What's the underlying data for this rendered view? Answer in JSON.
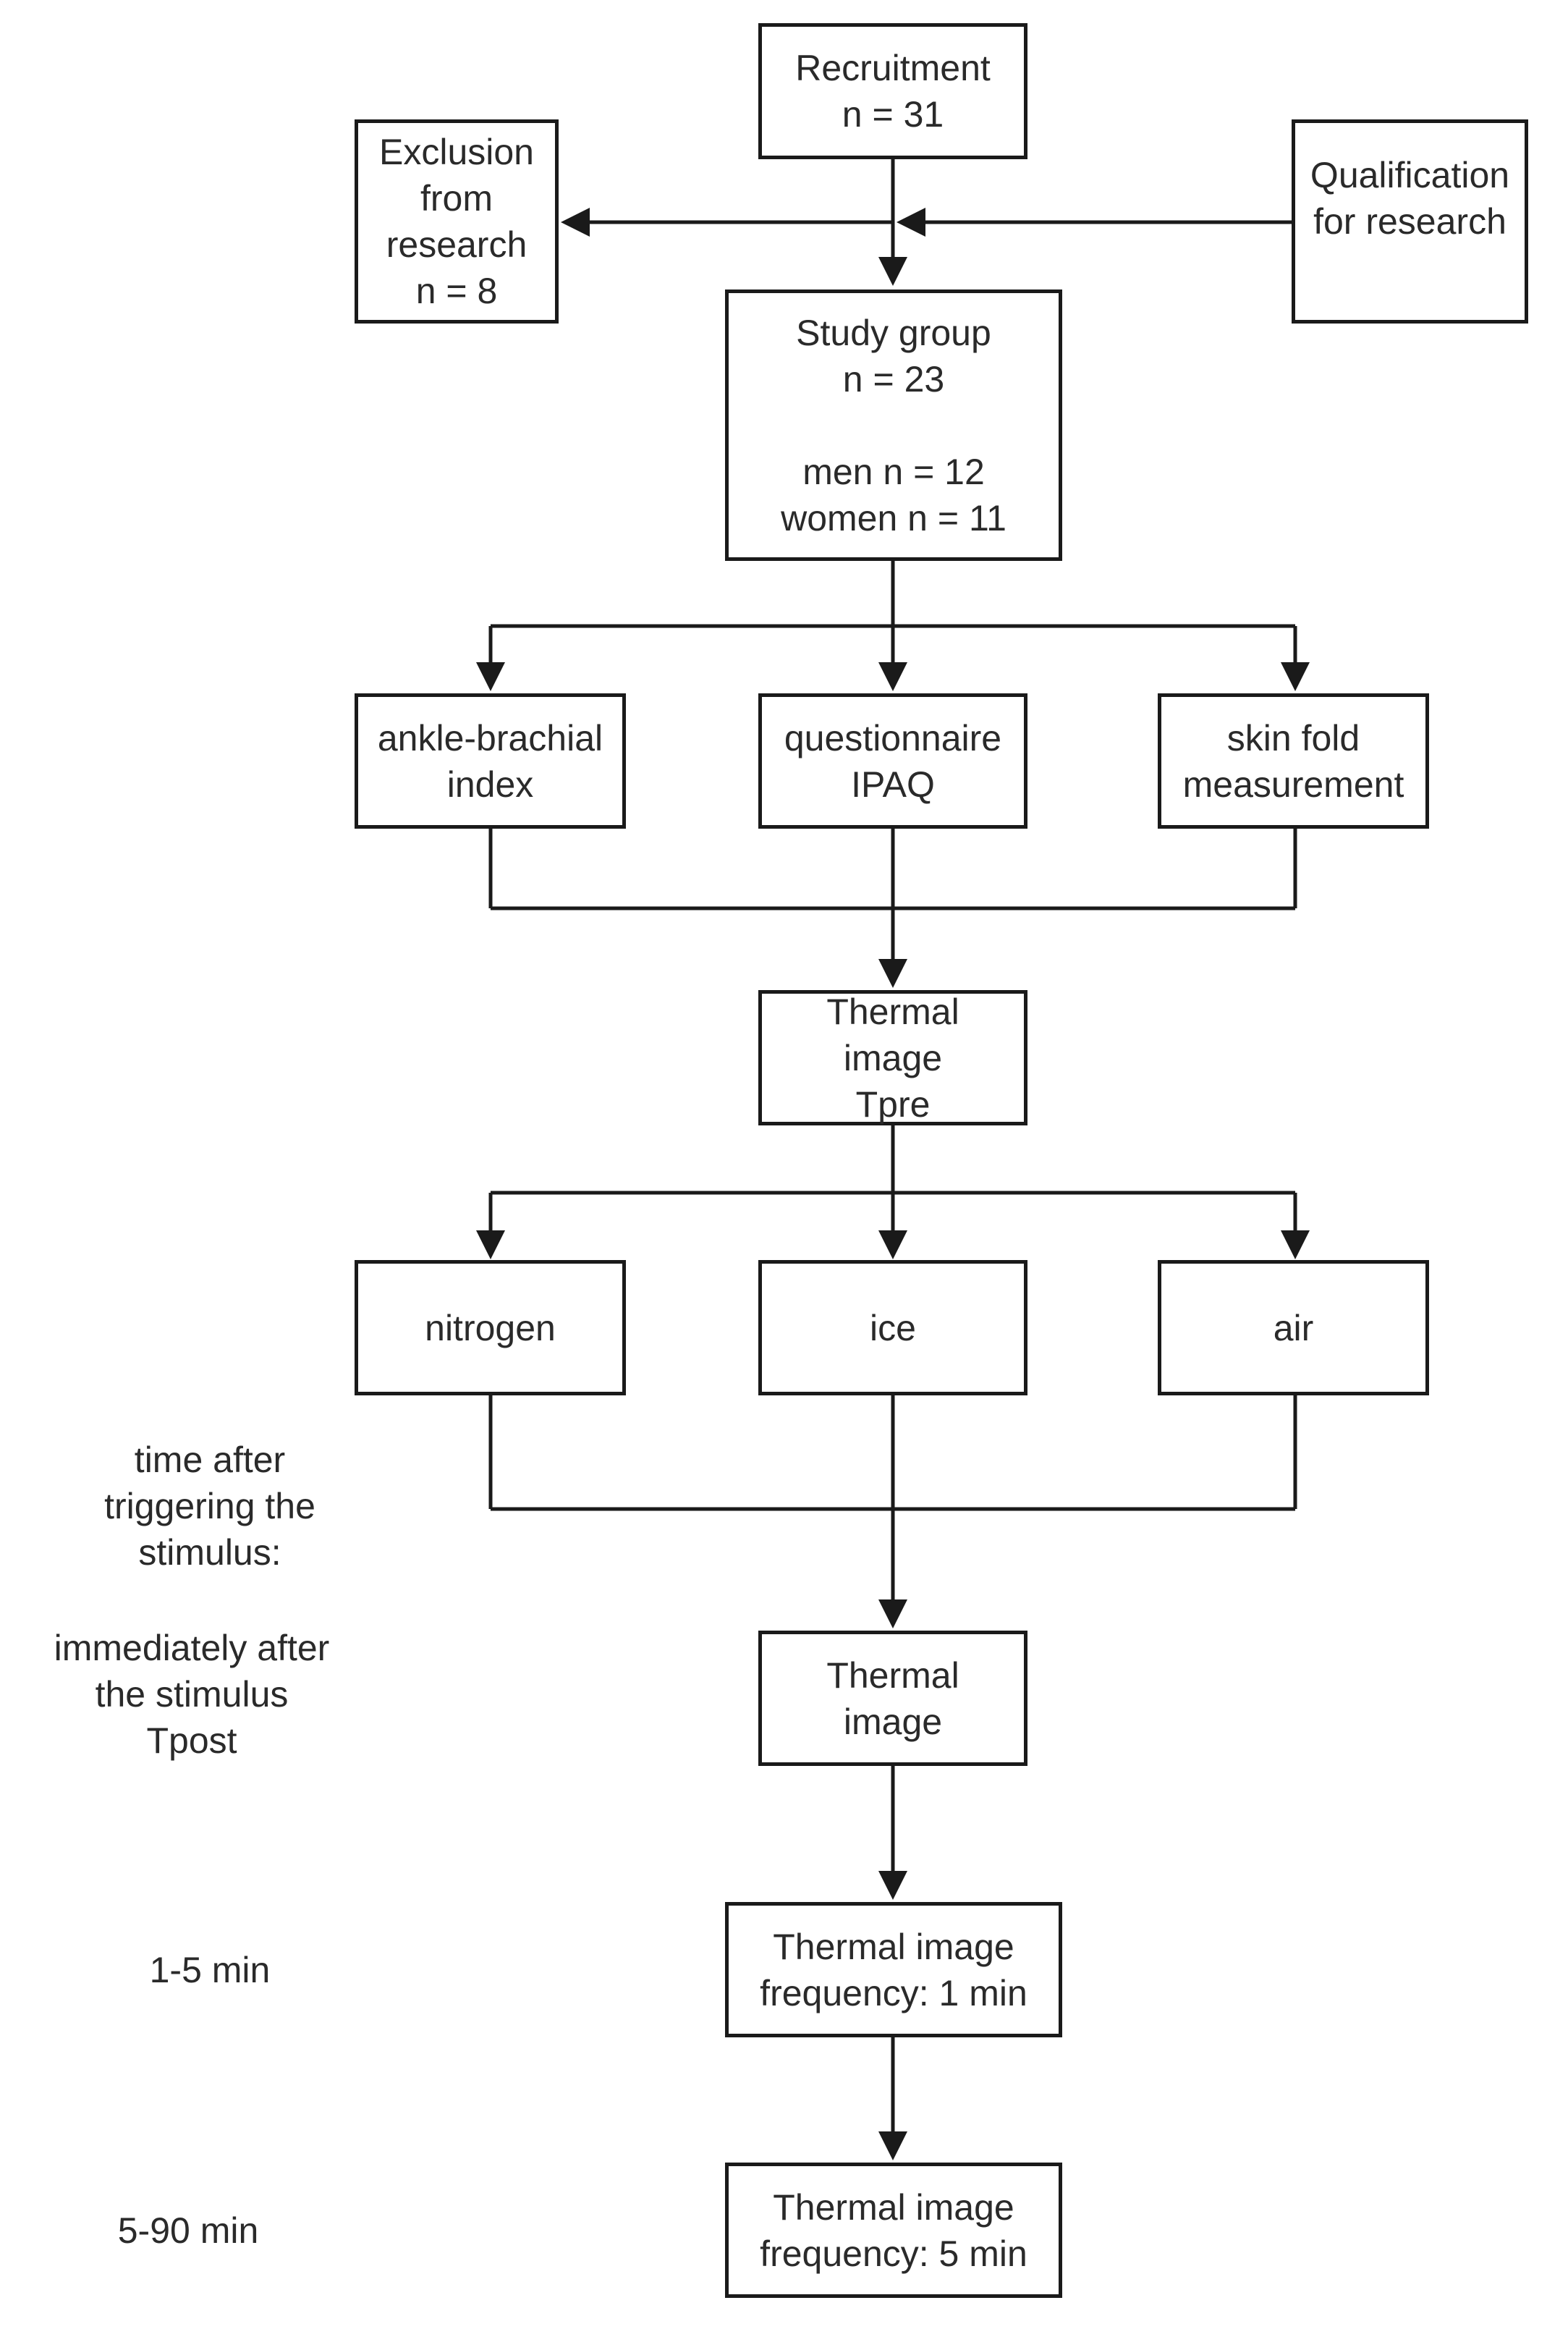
{
  "boxes": {
    "recruitment": [
      "Recruitment",
      "n = 31"
    ],
    "exclusion": [
      "Exclusion",
      "from",
      "research",
      "n = 8"
    ],
    "qualification": [
      "Qualification",
      "for research"
    ],
    "study_group": {
      "top": [
        "Study group",
        "n = 23"
      ],
      "bottom": [
        "men n = 12",
        "women n = 11"
      ]
    },
    "ankle_brachial": [
      "ankle-brachial",
      "index"
    ],
    "questionnaire": [
      "questionnaire",
      "IPAQ"
    ],
    "skin_fold": [
      "skin fold",
      "measurement"
    ],
    "thermal_pre": [
      "Thermal",
      "image",
      "Tpre"
    ],
    "nitrogen": [
      "nitrogen"
    ],
    "ice": [
      "ice"
    ],
    "air": [
      "air"
    ],
    "thermal_post": [
      "Thermal",
      "image"
    ],
    "thermal_1min": [
      "Thermal image",
      "frequency: 1 min"
    ],
    "thermal_5min": [
      "Thermal image",
      "frequency: 5 min"
    ]
  },
  "side_labels": {
    "time_after": [
      "time after",
      "triggering the",
      "stimulus:"
    ],
    "immediately": [
      "immediately after",
      "the stimulus",
      "Tpost"
    ],
    "range_1_5": [
      "1-5 min"
    ],
    "range_5_90": [
      "5-90 min"
    ]
  }
}
